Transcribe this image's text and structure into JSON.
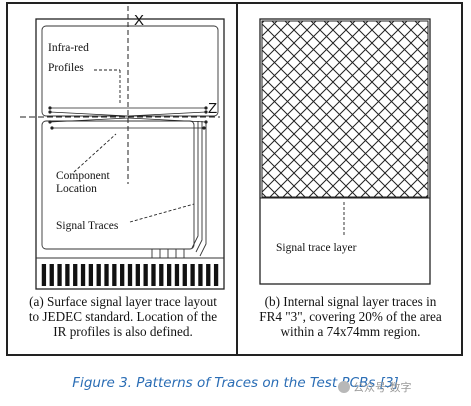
{
  "left_panel": {
    "axis_x": "X",
    "axis_z": "Z",
    "label_infrared": "Infra-red",
    "label_profiles": "Profiles",
    "label_component": "Component",
    "label_location": "Location",
    "label_signal_traces": "Signal Traces",
    "caption_lines": [
      "(a) Surface signal layer trace layout",
      "to JEDEC standard. Location of the",
      "IR profiles is also defined."
    ],
    "connector_pin_count": 23
  },
  "right_panel": {
    "label_signal_trace_layer": "Signal trace layer",
    "caption_lines": [
      "(b) Internal signal layer traces in",
      "FR4 \"3\", covering 20% of the area",
      "within a 74x74mm region."
    ]
  },
  "figure_caption": "Figure 3. Patterns of Traces on the Test PCBs [3]",
  "watermark": "公众号·数字"
}
